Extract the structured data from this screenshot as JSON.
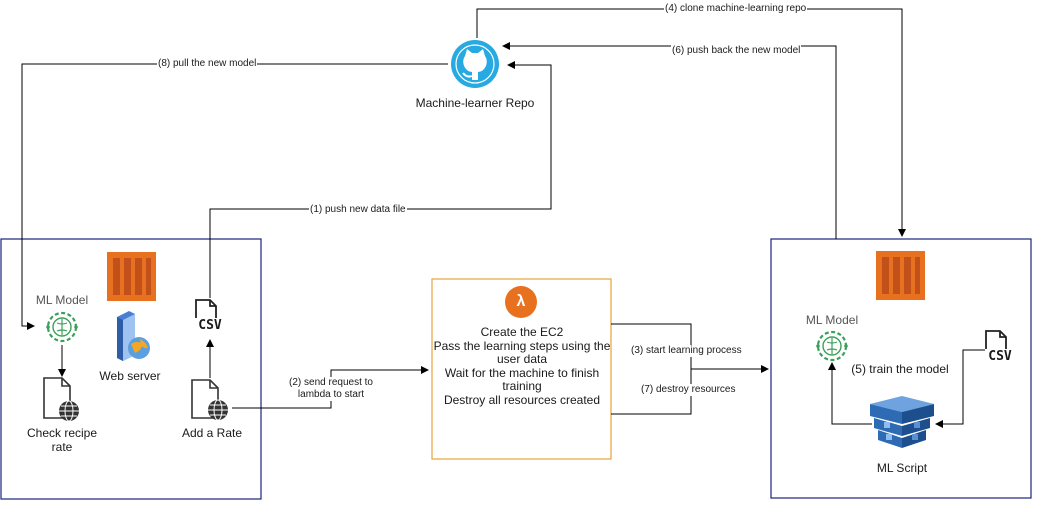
{
  "repo": {
    "label": "Machine-learner Repo"
  },
  "left_server": {
    "ml_model_label": "ML Model",
    "web_server_label": "Web server",
    "check_label": "Check recipe rate",
    "add_rate_label": "Add a Rate",
    "csv_label": "CSV"
  },
  "lambda_box": {
    "lambda_glyph": "λ",
    "lines": [
      "Create the EC2",
      "Pass the learning steps using the user data",
      "Wait for the machine to finish training",
      "Destroy all resources created"
    ]
  },
  "right_server": {
    "ml_model_label": "ML Model",
    "train_label": "(5) train the model",
    "ml_script_label": "ML Script",
    "csv_label": "CSV"
  },
  "edges": {
    "e1": "(1) push new data file",
    "e2": "(2) send request to lambda to start",
    "e3": "(3) start learning process",
    "e4": "(4) clone machine-learning repo",
    "e6": "(6) push back the new model",
    "e7": "(7) destroy resources",
    "e8": "(8) pull the new model"
  },
  "colors": {
    "container_border": "#1a237e",
    "lambda_border": "#e8a33d",
    "ec2_orange": "#e8711f",
    "github_blue": "#27a9e1",
    "ml_green": "#3aa05a",
    "s3_blue": "#2d6bb5"
  }
}
